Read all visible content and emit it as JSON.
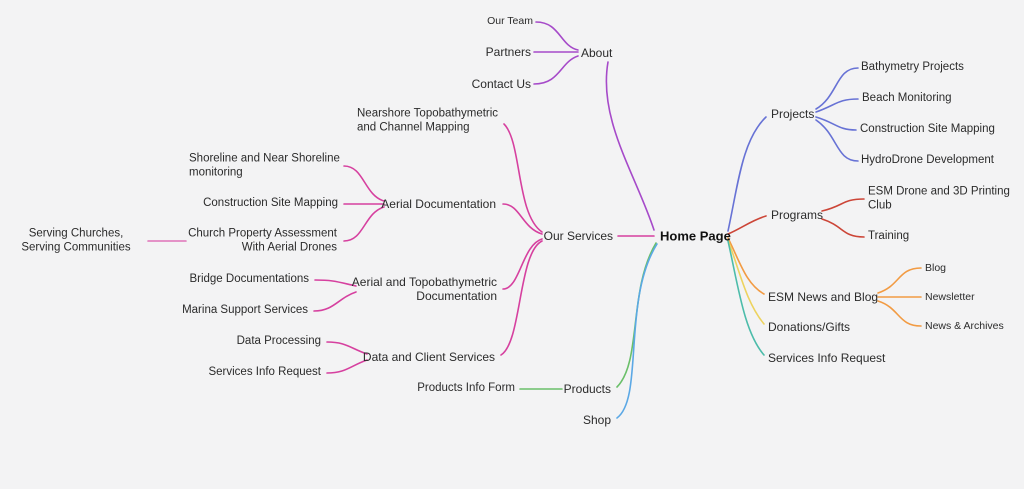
{
  "colors": {
    "purple": "#a64ac9",
    "magenta": "#d6409f",
    "pink": "#e072b8",
    "green": "#6abf69",
    "blue": "#5ba8e5",
    "indigo": "#6772d5",
    "red": "#cc4537",
    "orange": "#f29b43",
    "yellow": "#edd35f",
    "teal": "#4cbcaa"
  },
  "nodes": {
    "home": {
      "label": "Home Page"
    },
    "about": {
      "label": "About"
    },
    "our_team": {
      "label": "Our Team"
    },
    "partners": {
      "label": "Partners"
    },
    "contact_us": {
      "label": "Contact Us"
    },
    "our_services": {
      "label": "Our Services"
    },
    "nearshore": {
      "label": "Nearshore Topobathymetric and Channel Mapping"
    },
    "aerial_doc": {
      "label": "Aerial Documentation"
    },
    "shoreline": {
      "label": "Shoreline and Near Shoreline monitoring"
    },
    "construction_left": {
      "label": "Construction Site Mapping"
    },
    "church": {
      "label": "Church Property Assessment With Aerial Drones"
    },
    "serving": {
      "label": "Serving Churches, Serving Communities"
    },
    "aerial_topo": {
      "label": "Aerial and Topobathymetric Documentation"
    },
    "bridge": {
      "label": "Bridge Documentations"
    },
    "marina": {
      "label": "Marina Support Services"
    },
    "data_client": {
      "label": "Data and Client Services"
    },
    "data_processing": {
      "label": "Data Processing"
    },
    "services_info_left": {
      "label": "Services Info Request"
    },
    "products": {
      "label": "Products"
    },
    "products_info": {
      "label": "Products Info Form"
    },
    "shop": {
      "label": "Shop"
    },
    "projects": {
      "label": "Projects"
    },
    "bathymetry": {
      "label": "Bathymetry Projects"
    },
    "beach": {
      "label": "Beach Monitoring"
    },
    "construction_right": {
      "label": "Construction Site Mapping"
    },
    "hydrodrone": {
      "label": "HydroDrone Development"
    },
    "programs": {
      "label": "Programs"
    },
    "esm_club": {
      "label": "ESM Drone and 3D Printing Club"
    },
    "training": {
      "label": "Training"
    },
    "news_blog": {
      "label": "ESM News and Blog"
    },
    "blog": {
      "label": "Blog"
    },
    "newsletter": {
      "label": "Newsletter"
    },
    "news_archives": {
      "label": "News & Archives"
    },
    "donations": {
      "label": "Donations/Gifts"
    },
    "services_info_right": {
      "label": "Services Info  Request"
    }
  }
}
